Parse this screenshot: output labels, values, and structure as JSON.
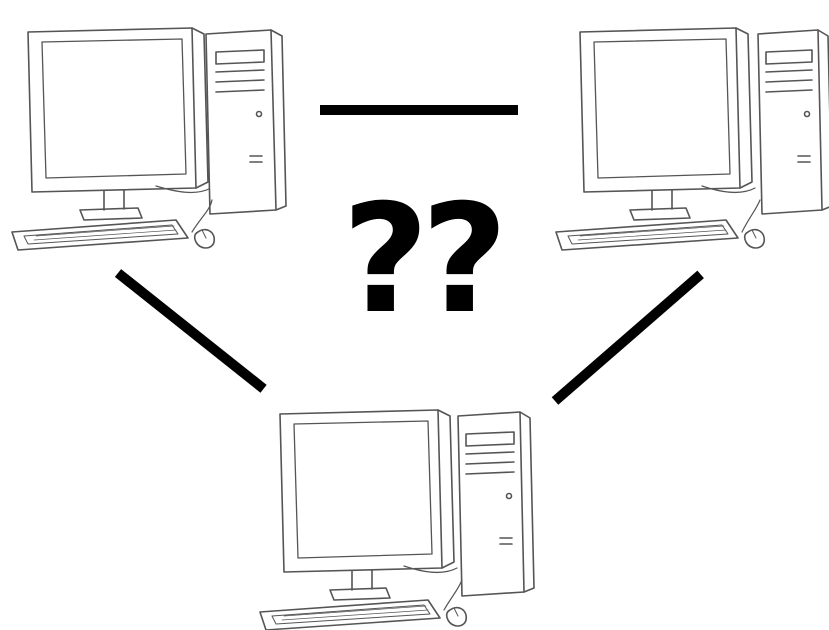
{
  "diagram": {
    "center_label": "??",
    "nodes": [
      {
        "id": "computer-top-left",
        "icon": "desktop-computer-icon"
      },
      {
        "id": "computer-top-right",
        "icon": "desktop-computer-icon"
      },
      {
        "id": "computer-bottom",
        "icon": "desktop-computer-icon"
      }
    ],
    "edges": [
      {
        "from": "computer-top-left",
        "to": "computer-top-right"
      },
      {
        "from": "computer-top-left",
        "to": "computer-bottom"
      },
      {
        "from": "computer-top-right",
        "to": "computer-bottom"
      }
    ],
    "colors": {
      "line": "#000000",
      "sketch_stroke": "#555555",
      "background": "#ffffff"
    }
  }
}
